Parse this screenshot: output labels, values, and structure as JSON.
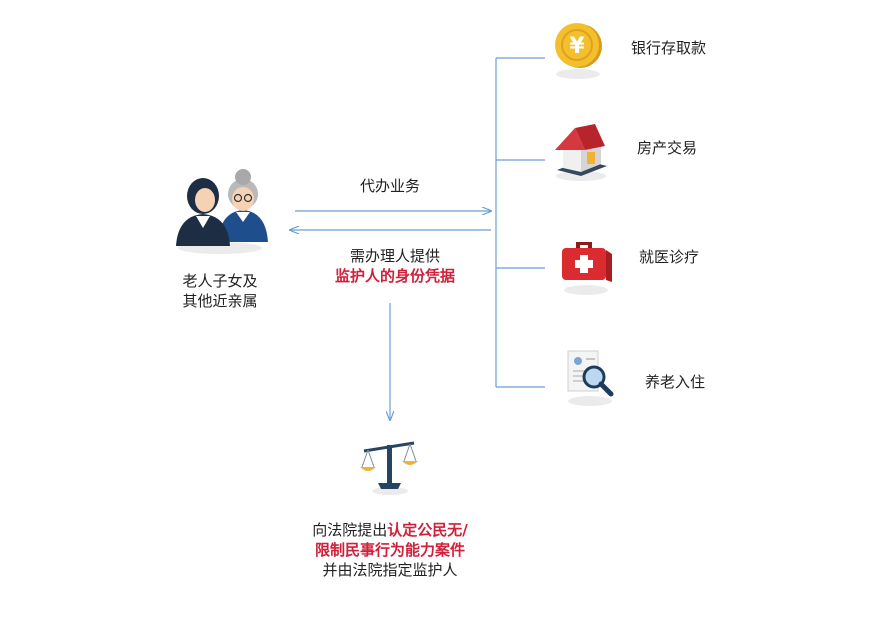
{
  "people": {
    "label_line1": "老人子女及",
    "label_line2": "其他近亲属",
    "icon": "elderly-and-family-icon"
  },
  "arrows": {
    "forward_label": "代办业务",
    "back_label_line1": "需办理人提供",
    "back_label_line2_highlight": "监护人的身份凭据"
  },
  "services": [
    {
      "label": "银行存取款",
      "icon": "yuan-coin-icon"
    },
    {
      "label": "房产交易",
      "icon": "house-icon"
    },
    {
      "label": "就医诊疗",
      "icon": "medical-kit-icon"
    },
    {
      "label": "养老入住",
      "icon": "document-search-icon"
    }
  ],
  "court": {
    "icon": "scales-icon",
    "line1_prefix": "向法院提出",
    "line1_highlight": "认定公民无/",
    "line2_highlight": "限制民事行为能力案件",
    "line3": "并由法院指定监护人"
  },
  "colors": {
    "connector": "#6a9fd2",
    "highlight": "#d0203a"
  }
}
